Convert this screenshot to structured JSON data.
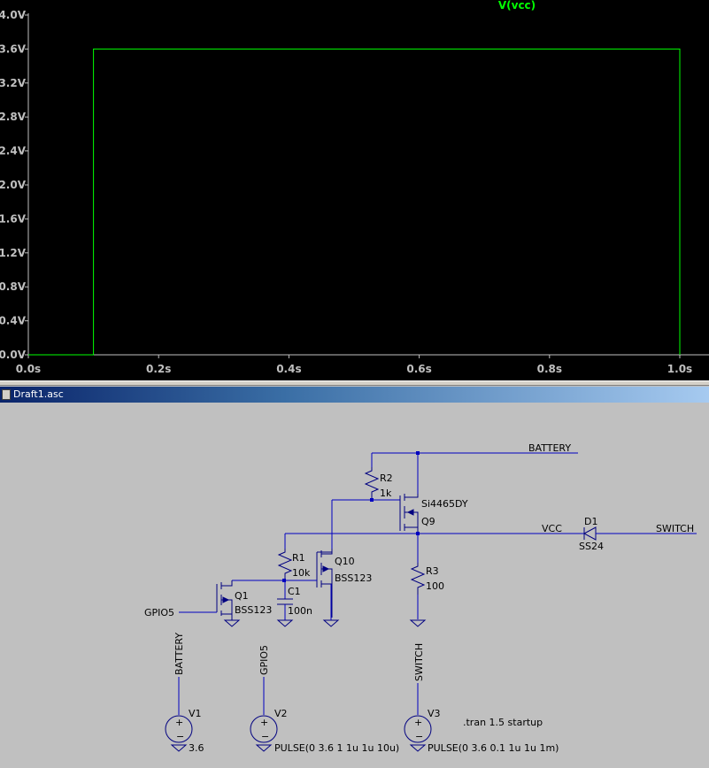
{
  "plot": {
    "trace_label": "V(vcc)",
    "y_ticks": [
      "4.0V",
      "3.6V",
      "3.2V",
      "2.8V",
      "2.4V",
      "2.0V",
      "1.6V",
      "1.2V",
      "0.8V",
      "0.4V",
      "0.0V"
    ],
    "x_ticks": [
      "0.0s",
      "0.2s",
      "0.4s",
      "0.6s",
      "0.8s",
      "1.0s"
    ],
    "colors": {
      "background": "#000000",
      "trace": "#00ff00",
      "axis": "#c0c0c0"
    }
  },
  "chart_data": {
    "type": "line",
    "title": "V(vcc)",
    "xlabel": "",
    "ylabel": "",
    "xlim": [
      0,
      1.0
    ],
    "ylim": [
      0,
      4.0
    ],
    "series": [
      {
        "name": "V(vcc)",
        "x": [
          0,
          0.1,
          0.1,
          1.0,
          1.0
        ],
        "y": [
          0,
          0,
          3.6,
          3.6,
          0
        ]
      }
    ]
  },
  "schematic": {
    "window_title": "Draft1.asc",
    "labels": {
      "battery_top": "BATTERY",
      "vcc": "VCC",
      "switch_right": "SWITCH",
      "d1": "D1",
      "ss24": "SS24",
      "r2": "R2",
      "r2_val": "1k",
      "q9_part": "Si4465DY",
      "q9": "Q9",
      "r1": "R1",
      "r1_val": "10k",
      "q10": "Q10",
      "q10_part": "BSS123",
      "r3": "R3",
      "r3_val": "100",
      "q1": "Q1",
      "q1_part": "BSS123",
      "c1": "C1",
      "c1_val": "100n",
      "gpio5_left": "GPIO5",
      "battery_v": "BATTERY",
      "gpio5_v": "GPIO5",
      "switch_v": "SWITCH",
      "v1": "V1",
      "v1_val": "3.6",
      "v2": "V2",
      "v2_val": "PULSE(0 3.6 1 1u 1u 10u)",
      "v3": "V3",
      "v3_val": "PULSE(0 3.6 0.1 1u 1u 1m)",
      "tran": ".tran 1.5 startup"
    }
  }
}
